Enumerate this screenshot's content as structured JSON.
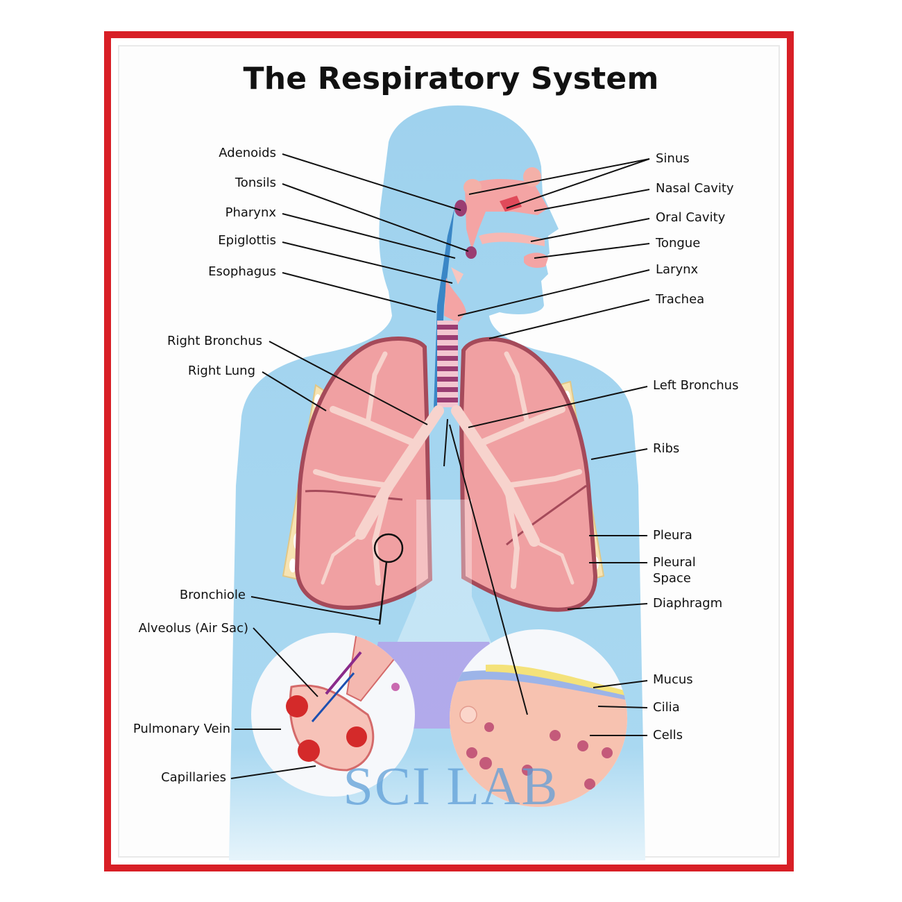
{
  "title": "The Respiratory System",
  "watermark": "SCI LAB",
  "colors": {
    "frame": "#d81f26",
    "body_silhouette": "#9fd2ee",
    "lung": "#f0a0a2",
    "lung_outline": "#a54a5a",
    "rib": "#f7e3b2",
    "trachea_ring": "#9a3d72",
    "mucus": "#f4e27a",
    "cells": "#f7c2b0"
  },
  "labels_left": {
    "adenoids": "Adenoids",
    "tonsils": "Tonsils",
    "pharynx": "Pharynx",
    "epiglottis": "Epiglottis",
    "esophagus": "Esophagus",
    "right_bronchus": "Right Bronchus",
    "right_lung": "Right Lung",
    "bronchiole": "Bronchiole",
    "alveolus": "Alveolus (Air Sac)",
    "pulmonary_vein": "Pulmonary Vein",
    "capillaries": "Capillaries"
  },
  "labels_right": {
    "sinus": "Sinus",
    "nasal_cavity": "Nasal Cavity",
    "oral_cavity": "Oral Cavity",
    "tongue": "Tongue",
    "larynx": "Larynx",
    "trachea": "Trachea",
    "left_bronchus": "Left Bronchus",
    "ribs": "Ribs",
    "pleura": "Pleura",
    "pleural_space_1": "Pleural",
    "pleural_space_2": "Space",
    "diaphragm": "Diaphragm",
    "mucus": "Mucus",
    "cilia": "Cilia",
    "cells": "Cells"
  }
}
